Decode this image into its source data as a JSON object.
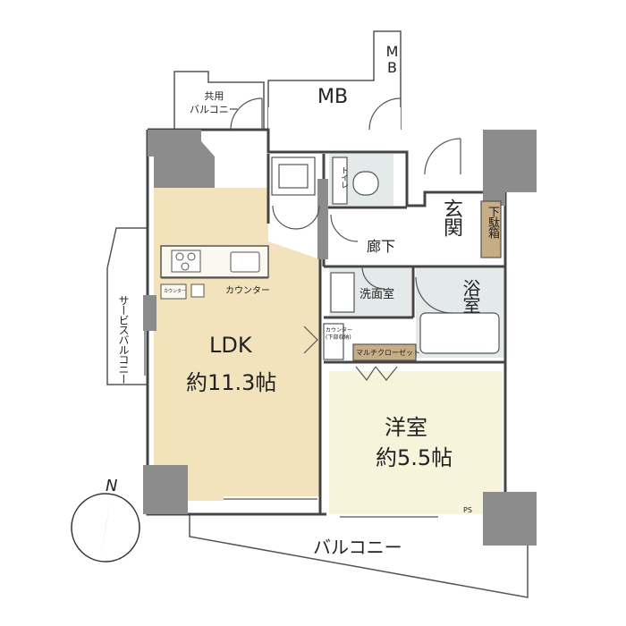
{
  "labels": {
    "mb_small": "MB",
    "mb_large": "MB",
    "shared_balcony": "共用\nバルコニー",
    "toilet": "トイレ",
    "entrance": "玄関",
    "shoe_box": "下駄箱",
    "corridor": "廊下",
    "washroom": "洗面室",
    "bath": "浴室",
    "counter": "カウンター",
    "counter_small": "カウンター",
    "service_balcony": "サービスバルコニー",
    "ldk": "LDK",
    "ldk_size": "約11.3帖",
    "counter_storage": "カウンター\n(下部収納)",
    "multi_closet": "マルチクローゼット",
    "western_room": "洋室",
    "western_size": "約5.5帖",
    "ps": "PS",
    "balcony": "バルコニー",
    "north": "N"
  },
  "colors": {
    "ldk_floor": "#f2e3bd",
    "bedroom_floor": "#f7f4dc",
    "wet_area": "#e4e9ea",
    "pillar": "#8c8c8c",
    "closet": "#c6ad86",
    "wall": "#444444"
  }
}
